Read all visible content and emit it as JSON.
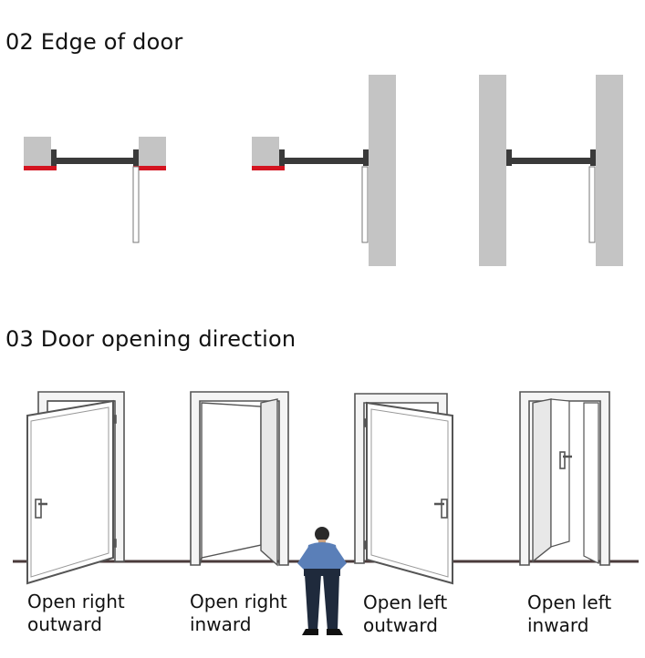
{
  "sections": [
    {
      "title": "02 Edge of door"
    },
    {
      "title": "03 Door opening direction"
    }
  ],
  "captions": [
    {
      "line1": "Open right",
      "line2": "outward"
    },
    {
      "line1": "Open right",
      "line2": "inward"
    },
    {
      "line1": "Open left",
      "line2": "outward"
    },
    {
      "line1": "Open left",
      "line2": "inward"
    }
  ],
  "colors": {
    "wall": "#c4c4c4",
    "door_bar": "#3a3a3a",
    "accent": "#d41420",
    "line": "#555555",
    "floor": "#4a3a3a"
  }
}
